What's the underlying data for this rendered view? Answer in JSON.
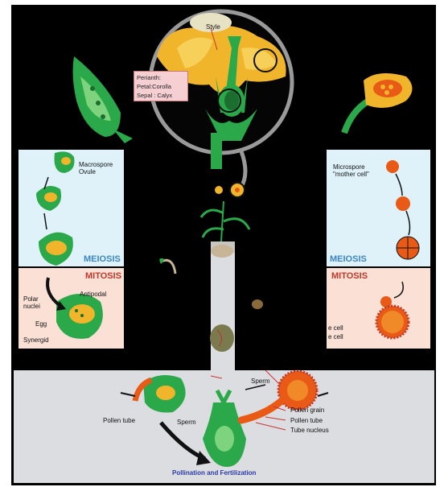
{
  "labels": {
    "style": "Style",
    "perianth": "Perianth:",
    "petal": "Petal:Corolla",
    "sepal": "Sepal : Calyx",
    "macrospore": "Macrospore",
    "ovule": "Ovule",
    "microspore": "Microspore",
    "mother_cell": "\"mother cell\"",
    "meiosis_left": "MEIOSIS",
    "meiosis_right": "MEIOSIS",
    "mitosis_left": "MITOSIS",
    "mitosis_right": "MITOSIS",
    "polar_nuclei": "Polar\nnuclei",
    "antipodal": "Antipodal",
    "egg": "Egg",
    "synergid": "Synergid",
    "cell_1": "e cell",
    "cell_2": "e cell",
    "sperm_top": "Sperm",
    "pollen_grain": "Pollen grain",
    "pollen_tube_right": "Pollen tube",
    "tube_nucleus": "Tube nucleus",
    "pollen_tube_left": "Pollen tube",
    "sperm_left": "Sperm",
    "pollination": "Pollination and Fertilization"
  },
  "colors": {
    "background": "#000000",
    "green": "#2aa84a",
    "dark_green": "#1b6e2e",
    "yellow": "#f0b52a",
    "orange": "#e85a16",
    "blue_panel": "#dff2f9",
    "pink_panel": "#fbe0d6",
    "gray_panel": "#dcdde0"
  }
}
